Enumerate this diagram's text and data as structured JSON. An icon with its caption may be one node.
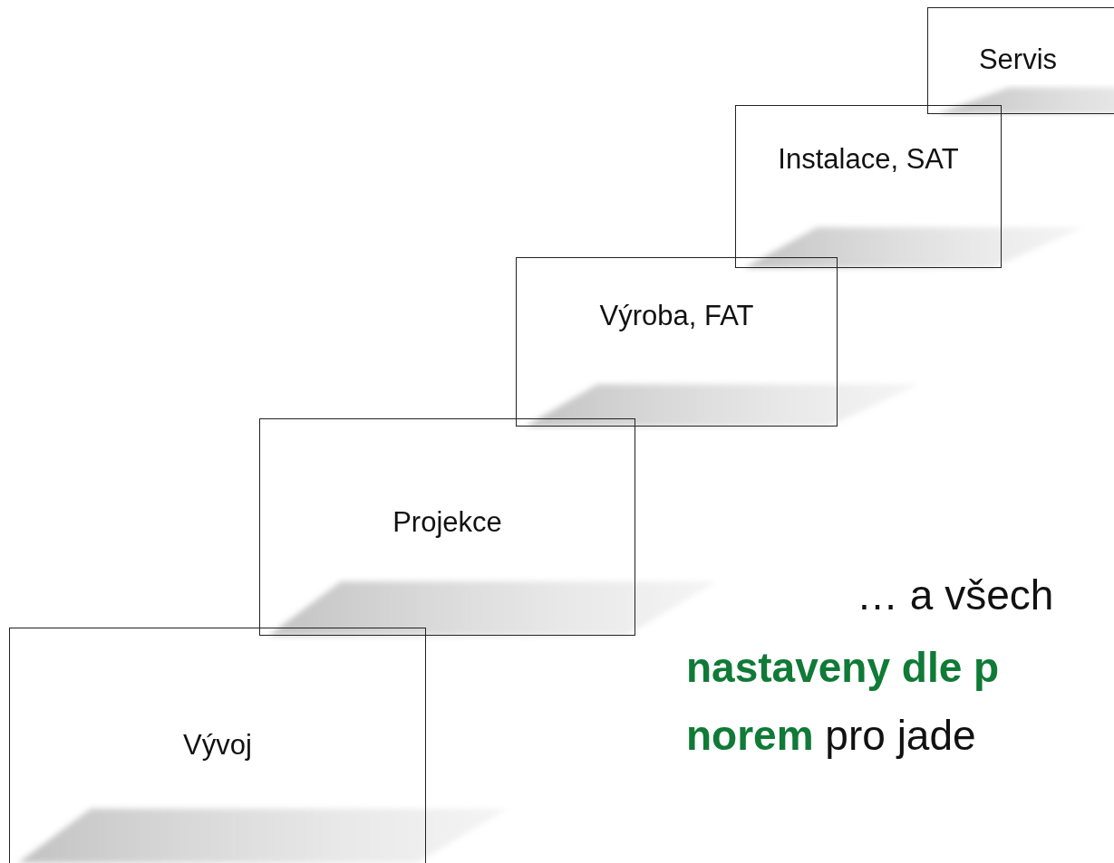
{
  "diagram": {
    "nodes": [
      {
        "text": [
          "Vývoj"
        ]
      },
      {
        "text": [
          "Projekce"
        ]
      },
      {
        "text": [
          "Výroba, FAT"
        ]
      },
      {
        "text": [
          "Instalace, SAT"
        ]
      },
      {
        "text": [
          "Servis"
        ]
      }
    ],
    "labels": [
      "… a všech",
      "nastaveny dle p",
      "**norem** pro jade"
    ]
  }
}
